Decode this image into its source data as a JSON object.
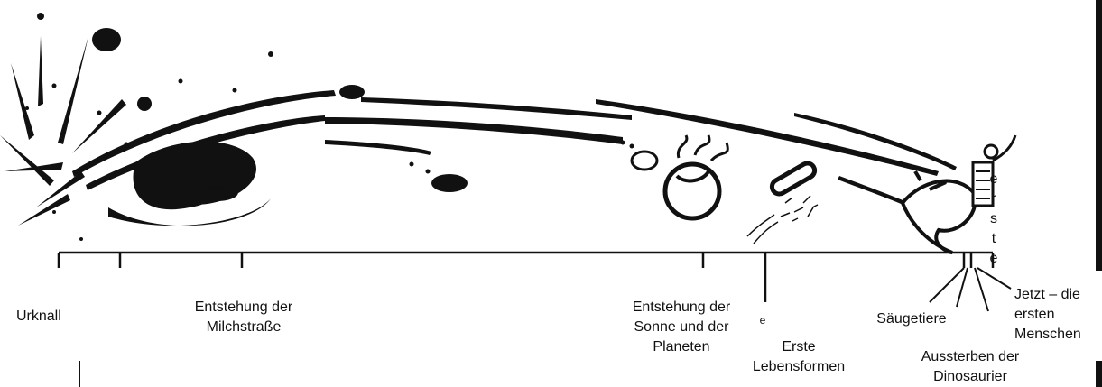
{
  "timeline": {
    "events": [
      {
        "id": "urknall",
        "label": "Urknall"
      },
      {
        "id": "milchstrasse",
        "label": "Entstehung der\nMilchstraße"
      },
      {
        "id": "sonne",
        "label": "Entstehung der\nSonne und der\nPlaneten"
      },
      {
        "id": "leben",
        "label": "Erste\nLebensformen"
      },
      {
        "id": "saeugetiere",
        "label": "Säugetiere"
      },
      {
        "id": "dinosaurier",
        "label": "Aussterben der\nDinosaurier"
      },
      {
        "id": "menschen",
        "label": "Jetzt – die\nersten\nMenschen"
      }
    ],
    "vertical_word": [
      "e",
      "r",
      "s",
      "t",
      "e"
    ],
    "stray_char": "e"
  },
  "colors": {
    "ink": "#111111",
    "background": "#ffffff"
  }
}
